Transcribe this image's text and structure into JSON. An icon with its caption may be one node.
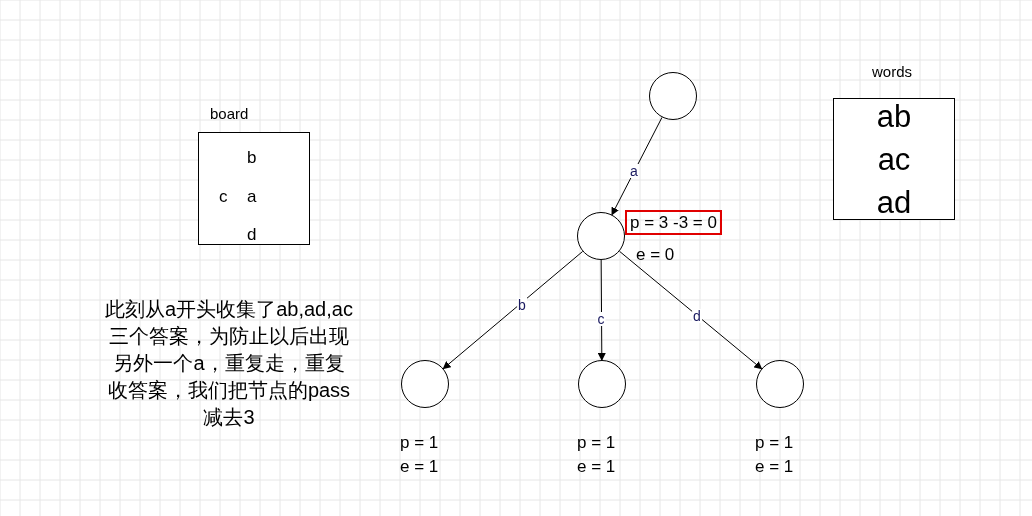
{
  "diagram": {
    "nodes": [
      {
        "text": [],
        "shape": "circle"
      },
      {
        "text": [],
        "shape": "circle",
        "beside": [
          "p = 3 -3 = 0",
          "e = 0"
        ]
      },
      {
        "text": [],
        "shape": "circle",
        "beside": [
          "p = 1",
          "e = 1"
        ]
      },
      {
        "text": [],
        "shape": "circle",
        "beside": [
          "p = 1",
          "e = 1"
        ]
      },
      {
        "text": [],
        "shape": "circle",
        "beside": [
          "p = 1",
          "e = 1"
        ]
      },
      {
        "text": [
          "board",
          "b",
          "c",
          "a",
          "d"
        ]
      },
      {
        "text": [
          "words",
          "ab",
          "ac",
          "ad"
        ]
      }
    ],
    "edges": [
      {
        "from": 0,
        "to": 1,
        "arrow": "to",
        "label": "a"
      },
      {
        "from": 1,
        "to": 2,
        "arrow": "to",
        "label": "b"
      },
      {
        "from": 1,
        "to": 3,
        "arrow": "to",
        "label": "c"
      },
      {
        "from": 1,
        "to": 4,
        "arrow": "to",
        "label": "d"
      }
    ],
    "labels": [
      "此刻从a开头收集了ab,ad,ac三个答案，为防止以后出现另外一个a，重复走，重复收答案，我们把节点的pass 减去3"
    ]
  }
}
